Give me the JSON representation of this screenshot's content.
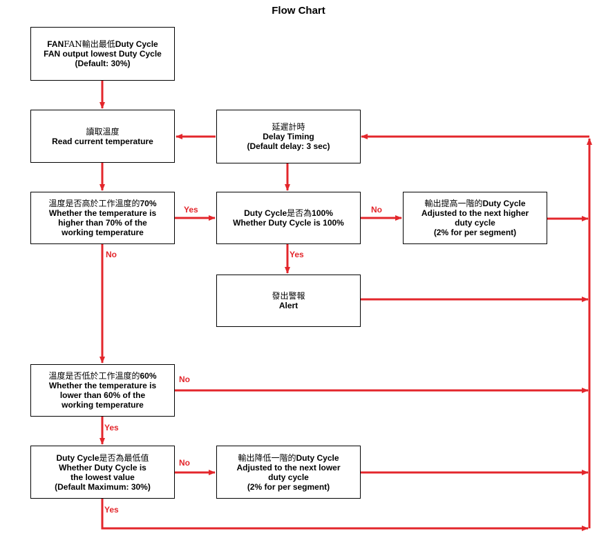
{
  "title": "Flow Chart",
  "nodes": {
    "start": {
      "line1": {
        "cn": "FAN輸出最低",
        "en": "Duty Cycle",
        "prefix": "FAN"
      },
      "line2": "FAN output lowest Duty Cycle",
      "line3": "(Default: 30%)"
    },
    "read": {
      "cn": "讀取溫度",
      "en": "Read current temperature"
    },
    "delay": {
      "cn": "延遲計時",
      "en": "Delay Timing",
      "note": "(Default delay: 3 sec)"
    },
    "check_high": {
      "cn": "溫度是否高於工作溫度的",
      "cn_pct": "70%",
      "en1": "Whether the temperature is",
      "en2": "higher than 70% of the",
      "en3": "working temperature"
    },
    "check_max": {
      "cn_prefix": "Duty Cycle",
      "cn": "是否為",
      "cn_pct": "100%",
      "en": "Whether Duty Cycle is 100%"
    },
    "raise": {
      "cn": "輸出提高一階的",
      "cn_suffix": "Duty Cycle",
      "en1": "Adjusted to the next higher",
      "en2": "duty cycle",
      "en3": "(2% for per segment)"
    },
    "alert": {
      "cn": "發出警報",
      "en": "Alert"
    },
    "check_low": {
      "cn": "溫度是否低於工作溫度的",
      "cn_pct": "60%",
      "en1": "Whether the temperature is",
      "en2": "lower than 60% of the",
      "en3": "working temperature"
    },
    "check_min": {
      "cn_prefix": "Duty Cycle",
      "cn": "是否為最低值",
      "en1": "Whether Duty Cycle is",
      "en2": "the lowest value",
      "en3": "(Default Maximum: 30%)"
    },
    "lower": {
      "cn": "輸出降低一階的",
      "cn_suffix": "Duty Cycle",
      "en1": "Adjusted to the next lower",
      "en2": "duty cycle",
      "en3": "(2% for per segment)"
    }
  },
  "edge_labels": {
    "yes_high": "Yes",
    "no_max": "No",
    "no_high": "No",
    "yes_max": "Yes",
    "no_low": "No",
    "yes_low": "Yes",
    "no_min": "No",
    "yes_min": "Yes"
  },
  "colors": {
    "arrow": "#e3262b",
    "box_border": "#000000"
  }
}
